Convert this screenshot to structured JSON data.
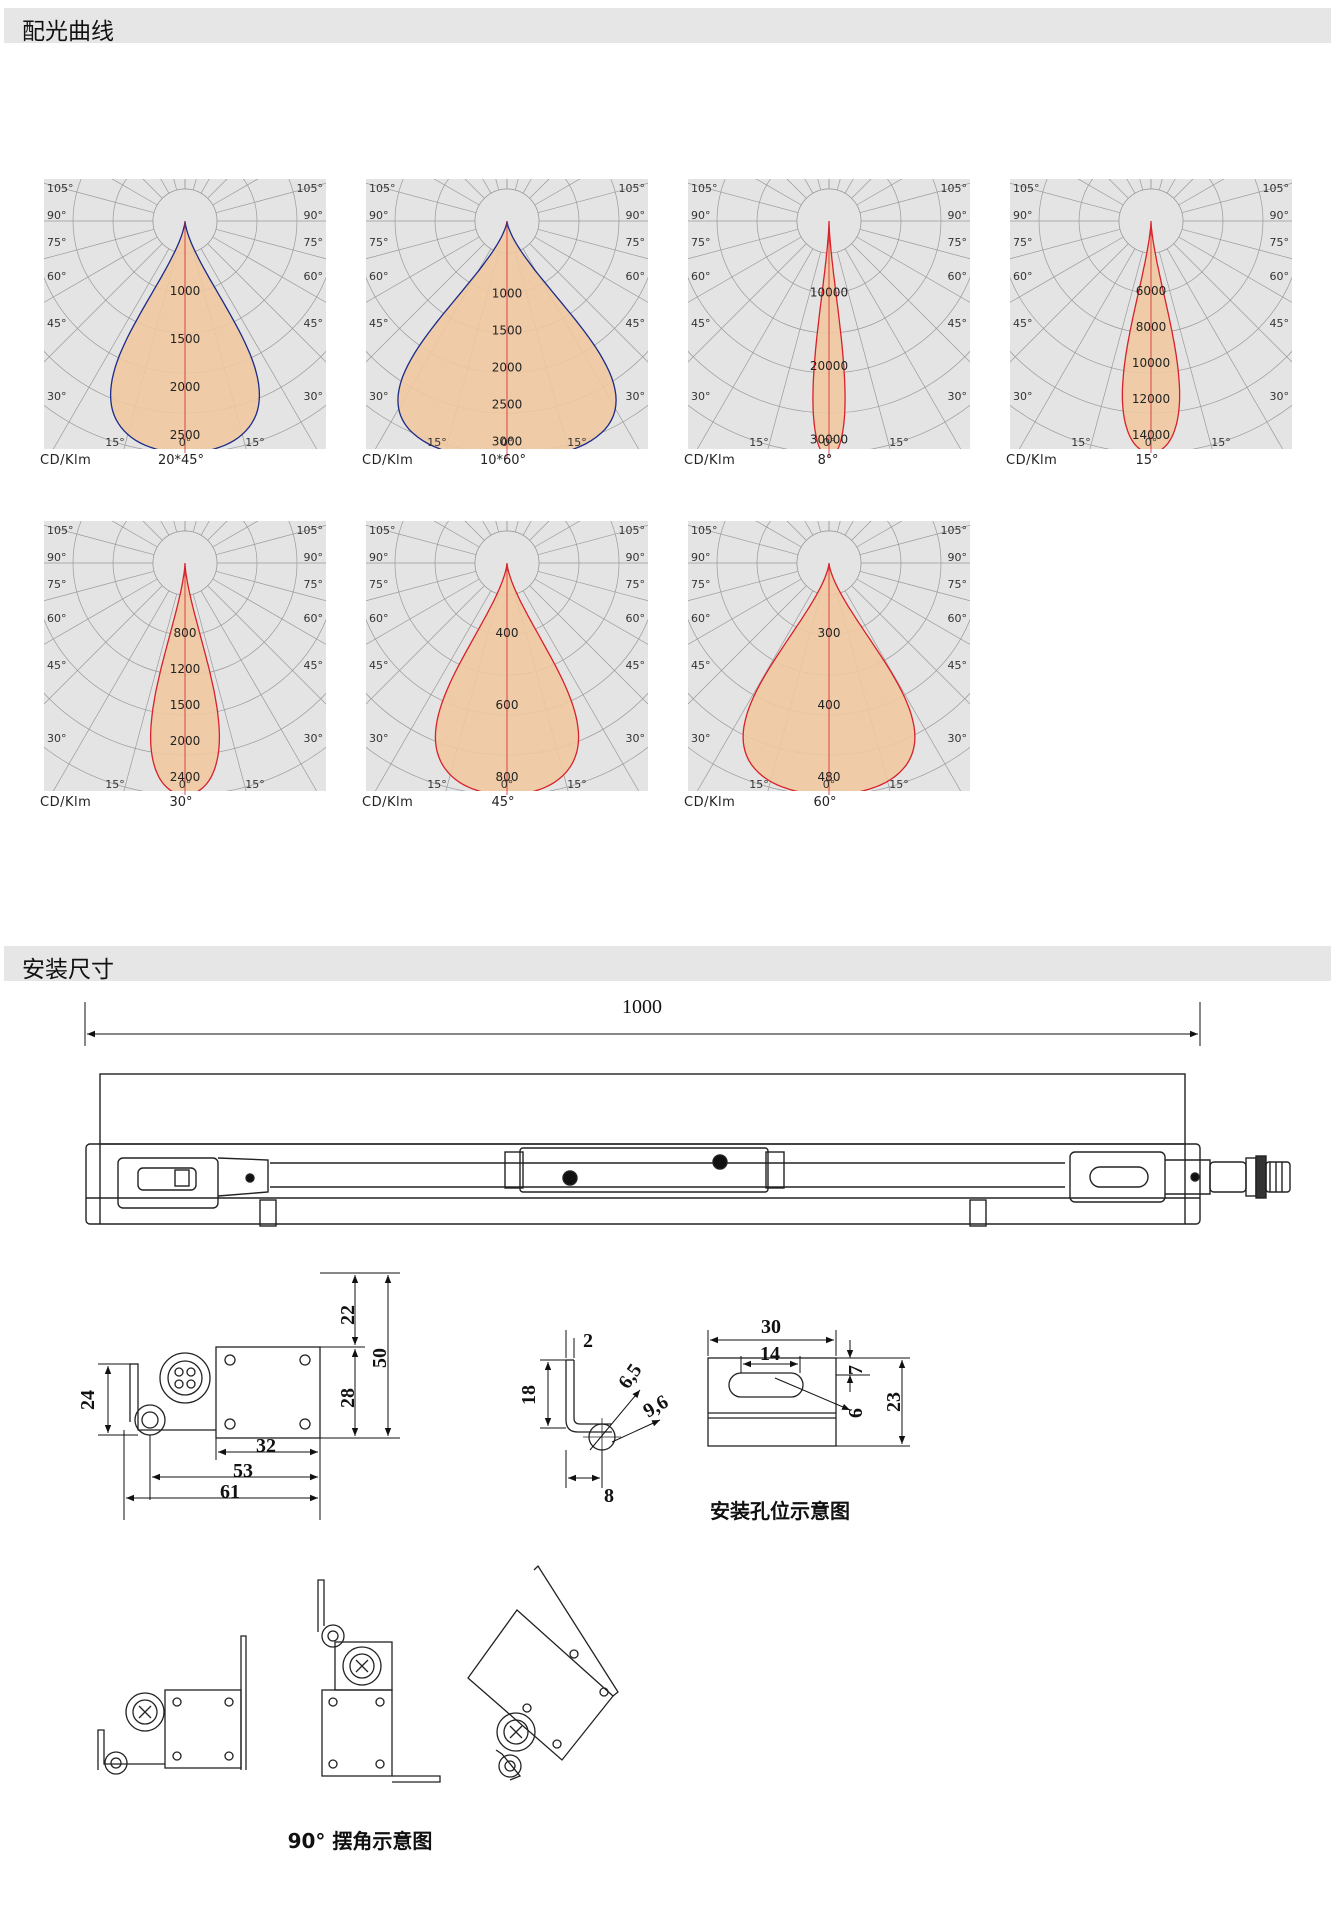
{
  "sections": {
    "light_distribution": "配光曲线",
    "installation": "安装尺寸"
  },
  "chart_data": [
    {
      "type": "polar",
      "unit_label": "CD/Klm",
      "beam_label": "20*45°",
      "ring_labels": [
        "1000",
        "1500",
        "2000",
        "2500"
      ],
      "angle_labels_left": [
        "105°",
        "90°",
        "75°",
        "60°",
        "45°",
        "30°",
        "15°"
      ],
      "angle_labels_right": [
        "105°",
        "90°",
        "75°",
        "60°",
        "45°",
        "30°",
        "15°"
      ],
      "center_label": "0°",
      "curve_color": "#1a2a8a",
      "fill_color": "#efc9a0"
    },
    {
      "type": "polar",
      "unit_label": "CD/Klm",
      "beam_label": "10*60°",
      "ring_labels": [
        "1000",
        "1500",
        "2000",
        "2500",
        "3000"
      ],
      "angle_labels_left": [
        "105°",
        "90°",
        "75°",
        "60°",
        "45°",
        "30°",
        "15°"
      ],
      "angle_labels_right": [
        "105°",
        "90°",
        "75°",
        "60°",
        "45°",
        "30°",
        "15°"
      ],
      "center_label": "0°",
      "curve_color": "#1a2a8a",
      "fill_color": "#efc9a0"
    },
    {
      "type": "polar",
      "unit_label": "CD/Klm",
      "beam_label": "8°",
      "ring_labels": [
        "10000",
        "20000",
        "30000"
      ],
      "angle_labels_left": [
        "105°",
        "90°",
        "75°",
        "60°",
        "45°",
        "30°",
        "15°"
      ],
      "angle_labels_right": [
        "105°",
        "90°",
        "75°",
        "60°",
        "45°",
        "30°",
        "15°"
      ],
      "center_label": "0°",
      "curve_color": "#d8202a",
      "fill_color": "#efc9a0"
    },
    {
      "type": "polar",
      "unit_label": "CD/Klm",
      "beam_label": "15°",
      "ring_labels": [
        "6000",
        "8000",
        "10000",
        "12000",
        "14000"
      ],
      "angle_labels_left": [
        "105°",
        "90°",
        "75°",
        "60°",
        "45°",
        "30°",
        "15°"
      ],
      "angle_labels_right": [
        "105°",
        "90°",
        "75°",
        "60°",
        "45°",
        "30°",
        "15°"
      ],
      "center_label": "0°",
      "curve_color": "#d8202a",
      "fill_color": "#efc9a0"
    },
    {
      "type": "polar",
      "unit_label": "CD/Klm",
      "beam_label": "30°",
      "ring_labels": [
        "800",
        "1200",
        "1500",
        "2000",
        "2400"
      ],
      "angle_labels_left": [
        "105°",
        "90°",
        "75°",
        "60°",
        "45°",
        "30°",
        "15°"
      ],
      "angle_labels_right": [
        "105°",
        "90°",
        "75°",
        "60°",
        "45°",
        "30°",
        "15°"
      ],
      "center_label": "0°",
      "curve_color": "#d8202a",
      "fill_color": "#efc9a0"
    },
    {
      "type": "polar",
      "unit_label": "CD/Klm",
      "beam_label": "45°",
      "ring_labels": [
        "400",
        "600",
        "800"
      ],
      "angle_labels_left": [
        "105°",
        "90°",
        "75°",
        "60°",
        "45°",
        "30°",
        "15°"
      ],
      "angle_labels_right": [
        "105°",
        "90°",
        "75°",
        "60°",
        "45°",
        "30°",
        "15°"
      ],
      "center_label": "0°",
      "curve_color": "#d8202a",
      "fill_color": "#efc9a0"
    },
    {
      "type": "polar",
      "unit_label": "CD/Klm",
      "beam_label": "60°",
      "ring_labels": [
        "300",
        "400",
        "480"
      ],
      "angle_labels_left": [
        "105°",
        "90°",
        "75°",
        "60°",
        "45°",
        "30°",
        "15°"
      ],
      "angle_labels_right": [
        "105°",
        "90°",
        "75°",
        "60°",
        "45°",
        "30°",
        "15°"
      ],
      "center_label": "0°",
      "curve_color": "#d8202a",
      "fill_color": "#efc9a0"
    }
  ],
  "dimensions": {
    "total_length": "1000",
    "side_view": {
      "d22": "22",
      "d50": "50",
      "d28": "28",
      "d24": "24",
      "d32": "32",
      "d53": "53",
      "d61": "61"
    },
    "bracket": {
      "d2": "2",
      "d18": "18",
      "d65": "6,5",
      "d96": "9,6",
      "d8": "8"
    },
    "slot": {
      "d30": "30",
      "d14": "14",
      "d7": "7",
      "d6": "6",
      "d23": "23"
    }
  },
  "captions": {
    "mount_holes": "安装孔位示意图",
    "swing_angle": "90° 摆角示意图"
  }
}
